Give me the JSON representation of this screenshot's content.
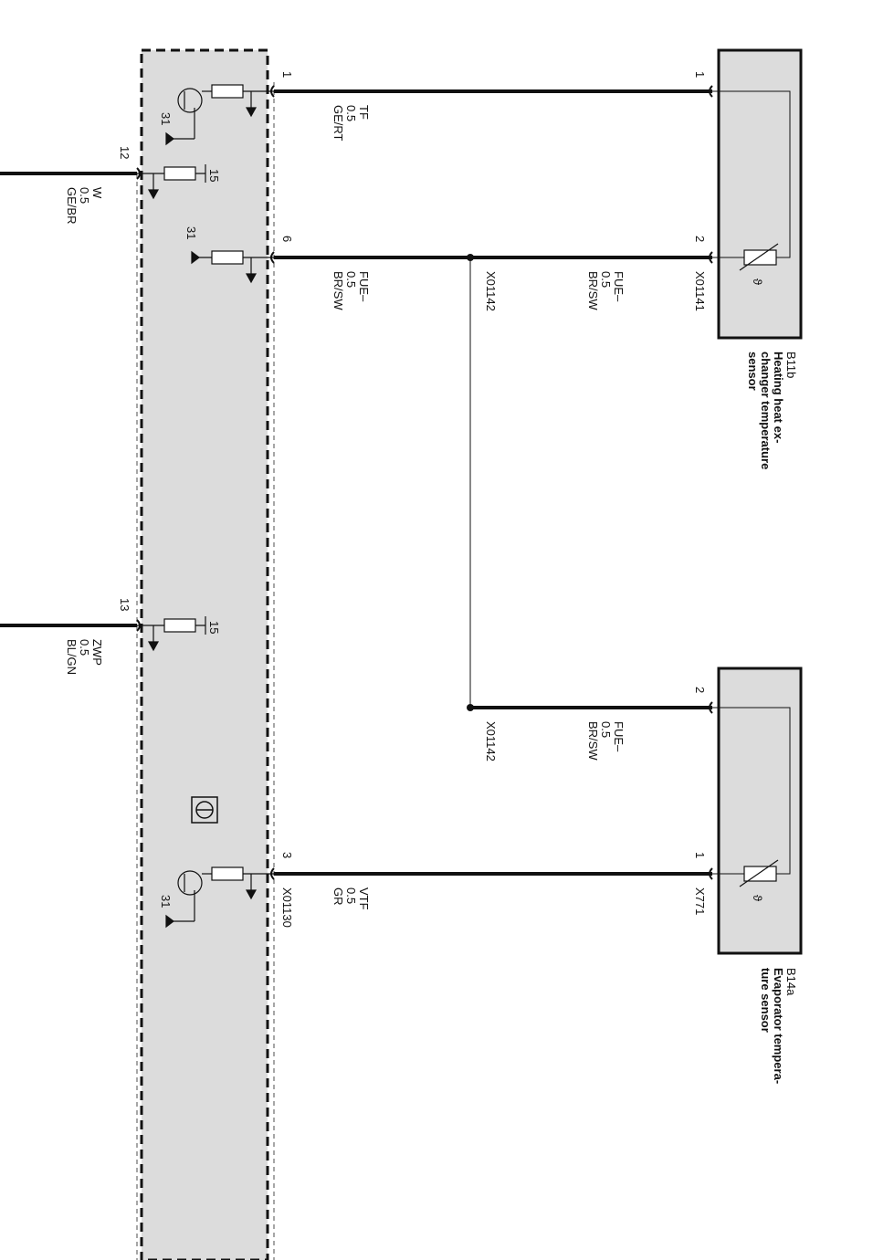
{
  "components": {
    "b11b": {
      "id": "B11b",
      "desc_line1": "Heating heat ex-",
      "desc_line2": "changer temperature",
      "desc_line3": "sensor"
    },
    "b14a": {
      "id": "B14a",
      "desc_line1": "Evaporator tempera-",
      "desc_line2": "ture sensor"
    }
  },
  "connectors": {
    "x01141": "X01141",
    "x01142_top": "X01142",
    "x01142_bottom": "X01142",
    "x771": "X771",
    "x01130": "X01130"
  },
  "pins": {
    "module_1": "1",
    "module_6": "6",
    "module_3": "3",
    "module_12": "12",
    "module_13": "13",
    "b11b_1": "1",
    "b11b_2": "2",
    "b14a_2": "2",
    "b14a_1": "1"
  },
  "ground_labels": {
    "tf_31": "31",
    "fue_31": "31",
    "vtf_31": "31",
    "w_15": "15",
    "zwp_15": "15"
  },
  "sensor_symbol": "ϑ",
  "wires": {
    "tf": {
      "name": "TF",
      "size": "0.5",
      "color": "GE/RT"
    },
    "fue_module": {
      "name": "FUE–",
      "size": "0.5",
      "color": "BR/SW"
    },
    "fue_b11b": {
      "name": "FUE–",
      "size": "0.5",
      "color": "BR/SW"
    },
    "fue_b14a": {
      "name": "FUE–",
      "size": "0.5",
      "color": "BR/SW"
    },
    "vtf": {
      "name": "VTF",
      "size": "0.5",
      "color": "GR"
    },
    "w": {
      "name": "W",
      "size": "0.5",
      "color": "GE/BR"
    },
    "zwp": {
      "name": "ZWP",
      "size": "0.5",
      "color": "BL/GN"
    }
  }
}
